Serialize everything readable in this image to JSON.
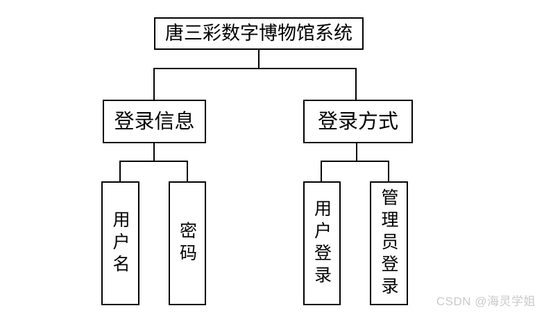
{
  "diagram": {
    "title_node": {
      "label": "唐三彩数字博物馆系统"
    },
    "branches": [
      {
        "label": "登录信息",
        "children": [
          {
            "label": "用户名"
          },
          {
            "label": "密码"
          }
        ]
      },
      {
        "label": "登录方式",
        "children": [
          {
            "label": "用户登录"
          },
          {
            "label": "管理员登录"
          }
        ]
      }
    ]
  },
  "watermark": {
    "text": "CSDN @海灵学姐",
    "color": "#c9c9c9"
  },
  "colors": {
    "background": "#ffffff",
    "box_border": "#000000",
    "connector_line": "#000000",
    "text": "#000000"
  }
}
